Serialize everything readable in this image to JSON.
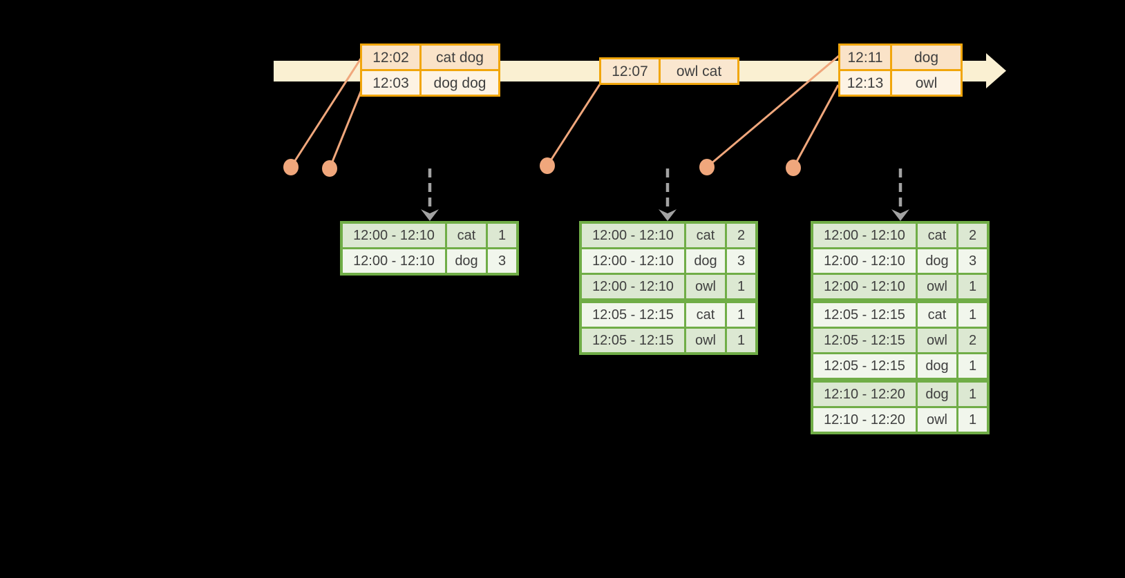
{
  "colors": {
    "background": "#000000",
    "timeline_band": "#FAF0D2",
    "event_box_border": "#F1A60C",
    "event_row_dark": "#FAE3C8",
    "event_row_mid": "#FAE7CF",
    "event_row_light": "#FDF3E4",
    "table_border": "#70AD47",
    "table_row_dark": "#DCE8D2",
    "table_row_light": "#F1F6EC",
    "text": "#3F3F3F",
    "connector_salmon": "#F0A77C",
    "trigger_gray": "#A3A3A3"
  },
  "timeline_events": [
    {
      "rows": [
        {
          "time": "12:02",
          "words": "cat dog"
        },
        {
          "time": "12:03",
          "words": "dog dog"
        }
      ]
    },
    {
      "rows": [
        {
          "time": "12:07",
          "words": "owl cat"
        }
      ]
    },
    {
      "rows": [
        {
          "time": "12:11",
          "words": "dog"
        },
        {
          "time": "12:13",
          "words": "owl"
        }
      ]
    }
  ],
  "result_tables": [
    {
      "rows": [
        {
          "window": "12:00 - 12:10",
          "word": "cat",
          "count": "1"
        },
        {
          "window": "12:00 - 12:10",
          "word": "dog",
          "count": "3"
        }
      ],
      "group_breaks": []
    },
    {
      "rows": [
        {
          "window": "12:00 - 12:10",
          "word": "cat",
          "count": "2"
        },
        {
          "window": "12:00 - 12:10",
          "word": "dog",
          "count": "3"
        },
        {
          "window": "12:00 - 12:10",
          "word": "owl",
          "count": "1"
        },
        {
          "window": "12:05 - 12:15",
          "word": "cat",
          "count": "1"
        },
        {
          "window": "12:05 - 12:15",
          "word": "owl",
          "count": "1"
        }
      ],
      "group_breaks": [
        3
      ]
    },
    {
      "rows": [
        {
          "window": "12:00 - 12:10",
          "word": "cat",
          "count": "2"
        },
        {
          "window": "12:00 - 12:10",
          "word": "dog",
          "count": "3"
        },
        {
          "window": "12:00 - 12:10",
          "word": "owl",
          "count": "1"
        },
        {
          "window": "12:05 - 12:15",
          "word": "cat",
          "count": "1"
        },
        {
          "window": "12:05 - 12:15",
          "word": "owl",
          "count": "2"
        },
        {
          "window": "12:05 - 12:15",
          "word": "dog",
          "count": "1"
        },
        {
          "window": "12:10 - 12:20",
          "word": "dog",
          "count": "1"
        },
        {
          "window": "12:10 - 12:20",
          "word": "owl",
          "count": "1"
        }
      ],
      "group_breaks": [
        3,
        6
      ]
    }
  ]
}
